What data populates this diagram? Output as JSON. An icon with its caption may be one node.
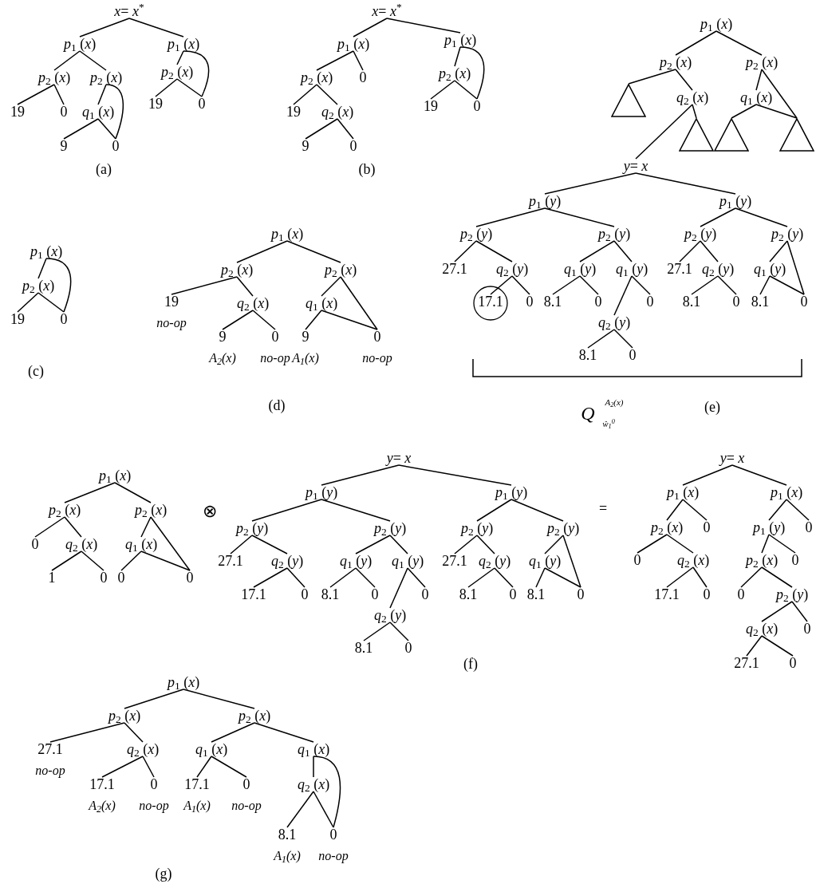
{
  "diagram": {
    "nodes": [
      {
        "text": [
          "*x*= *x*$^{*}$"
        ]
      },
      {
        "text": [
          "*p*$_{1}$ (*x*)"
        ]
      },
      {
        "text": [
          "*p*$_{1}$ (*x*)"
        ]
      },
      {
        "text": [
          "*p*$_{2}$ (*x*)"
        ]
      },
      {
        "text": [
          "*p*$_{2}$ (*x*)"
        ]
      },
      {
        "text": [
          "*p*$_{2}$ (*x*)"
        ]
      },
      {
        "text": [
          "19"
        ]
      },
      {
        "text": [
          "0"
        ]
      },
      {
        "text": [
          "*q*$_{1}$ (*x*)"
        ]
      },
      {
        "text": [
          "19"
        ]
      },
      {
        "text": [
          "0"
        ]
      },
      {
        "text": [
          "9"
        ]
      },
      {
        "text": [
          "0"
        ]
      },
      {
        "text": [
          "*x*= *x*$^{*}$"
        ]
      },
      {
        "text": [
          "*p*$_{1}$ (*x*)"
        ]
      },
      {
        "text": [
          "*p*$_{1}$ (*x*)"
        ]
      },
      {
        "text": [
          "*p*$_{2}$ (*x*)"
        ]
      },
      {
        "text": [
          "0"
        ]
      },
      {
        "text": [
          "*p*$_{2}$ (*x*)"
        ]
      },
      {
        "text": [
          "19"
        ]
      },
      {
        "text": [
          "*q*$_{2}$ (*x*)"
        ]
      },
      {
        "text": [
          "19"
        ]
      },
      {
        "text": [
          "0"
        ]
      },
      {
        "text": [
          "9"
        ]
      },
      {
        "text": [
          "0"
        ]
      },
      {
        "text": [
          "*p*$_{1}$ (*x*)"
        ]
      },
      {
        "text": [
          "*p*$_{2}$ (*x*)"
        ]
      },
      {
        "text": [
          "*p*$_{2}$ (*x*)"
        ]
      },
      {
        "text": [],
        "shape": "triangle"
      },
      {
        "text": [
          "*q*$_{2}$ (*x*)"
        ]
      },
      {
        "text": [
          "*q*$_{1}$ (*x*)"
        ]
      },
      {
        "text": [],
        "shape": "triangle"
      },
      {
        "text": [],
        "shape": "triangle"
      },
      {
        "text": [],
        "shape": "triangle"
      },
      {
        "text": [
          "*y*= *x*"
        ]
      },
      {
        "text": [
          "*p*$_{1}$ (*y*)"
        ]
      },
      {
        "text": [
          "*p*$_{1}$ (*y*)"
        ]
      },
      {
        "text": [
          "*p*$_{2}$ (*y*)"
        ]
      },
      {
        "text": [
          "*p*$_{2}$ (*y*)"
        ]
      },
      {
        "text": [
          "*p*$_{2}$ (*y*)"
        ]
      },
      {
        "text": [
          "*p*$_{2}$ (*y*)"
        ]
      },
      {
        "text": [
          "27.1"
        ]
      },
      {
        "text": [
          "*q*$_{2}$ (*y*)"
        ]
      },
      {
        "text": [
          "*q*$_{1}$ (*y*)"
        ]
      },
      {
        "text": [
          "*q*$_{1}$ (*y*)"
        ]
      },
      {
        "text": [
          "27.1"
        ]
      },
      {
        "text": [
          "*q*$_{2}$ (*y*)"
        ]
      },
      {
        "text": [
          "*q*$_{1}$ (*y*)"
        ]
      },
      {
        "text": [
          "17.1"
        ]
      },
      {
        "text": [
          "0"
        ]
      },
      {
        "text": [
          "8.1"
        ]
      },
      {
        "text": [
          "0"
        ]
      },
      {
        "text": [
          "0"
        ]
      },
      {
        "text": [
          "8.1"
        ]
      },
      {
        "text": [
          "0"
        ]
      },
      {
        "text": [
          "8.1"
        ]
      },
      {
        "text": [
          "0"
        ]
      },
      {
        "text": [
          "*q*$_{2}$ (*y*)"
        ]
      },
      {
        "text": [
          "8.1"
        ]
      },
      {
        "text": [
          "0"
        ]
      },
      {
        "text": [
          "*p*$_{1}$ (*x*)"
        ]
      },
      {
        "text": [
          "*p*$_{2}$ (*x*)"
        ]
      },
      {
        "text": [
          "19"
        ]
      },
      {
        "text": [
          "0"
        ]
      },
      {
        "text": [
          "*p*$_{1}$ (*x*)"
        ]
      },
      {
        "text": [
          "*p*$_{2}$ (*x*)"
        ]
      },
      {
        "text": [
          "*p*$_{2}$ (*x*)"
        ]
      },
      {
        "text": [
          "19"
        ],
        "beside": [
          "no-op"
        ]
      },
      {
        "text": [
          "*q*$_{2}$ (*x*)"
        ]
      },
      {
        "text": [
          "*q*$_{1}$ (*x*)"
        ]
      },
      {
        "text": [
          "9"
        ],
        "beside": [
          "A$_{2}$(x)"
        ]
      },
      {
        "text": [
          "0"
        ],
        "beside": [
          "no-op"
        ]
      },
      {
        "text": [
          "9"
        ],
        "beside": [
          "A$_{1}$(x)"
        ]
      },
      {
        "text": [
          "0"
        ],
        "beside": [
          "no-op"
        ]
      },
      {
        "text": [
          "*p*$_{1}$ (*x*)"
        ]
      },
      {
        "text": [
          "*p*$_{2}$ (*x*)"
        ]
      },
      {
        "text": [
          "*p*$_{2}$ (*x*)"
        ]
      },
      {
        "text": [
          "0"
        ]
      },
      {
        "text": [
          "*q*$_{2}$ (*x*)"
        ]
      },
      {
        "text": [
          "*q*$_{1}$ (*x*)"
        ]
      },
      {
        "text": [
          "1"
        ]
      },
      {
        "text": [
          "0"
        ]
      },
      {
        "text": [
          "0"
        ]
      },
      {
        "text": [
          "0"
        ]
      },
      {
        "text": [
          "*y*= *x*"
        ]
      },
      {
        "text": [
          "*p*$_{1}$ (*y*)"
        ]
      },
      {
        "text": [
          "*p*$_{1}$ (*y*)"
        ]
      },
      {
        "text": [
          "*p*$_{2}$ (*y*)"
        ]
      },
      {
        "text": [
          "*p*$_{2}$ (*y*)"
        ]
      },
      {
        "text": [
          "*p*$_{2}$ (*y*)"
        ]
      },
      {
        "text": [
          "*p*$_{2}$ (*y*)"
        ]
      },
      {
        "text": [
          "27.1"
        ]
      },
      {
        "text": [
          "*q*$_{2}$ (*y*)"
        ]
      },
      {
        "text": [
          "*q*$_{1}$ (*y*)"
        ]
      },
      {
        "text": [
          "*q*$_{1}$ (*y*)"
        ]
      },
      {
        "text": [
          "27.1"
        ]
      },
      {
        "text": [
          "*q*$_{2}$ (*y*)"
        ]
      },
      {
        "text": [
          "*q*$_{1}$ (*y*)"
        ]
      },
      {
        "text": [
          "17.1"
        ]
      },
      {
        "text": [
          "0"
        ]
      },
      {
        "text": [
          "8.1"
        ]
      },
      {
        "text": [
          "0"
        ]
      },
      {
        "text": [
          "0"
        ]
      },
      {
        "text": [
          "8.1"
        ]
      },
      {
        "text": [
          "0"
        ]
      },
      {
        "text": [
          "8.1"
        ]
      },
      {
        "text": [
          "0"
        ]
      },
      {
        "text": [
          "*q*$_{2}$ (*y*)"
        ]
      },
      {
        "text": [
          "8.1"
        ]
      },
      {
        "text": [
          "0"
        ]
      },
      {
        "text": [
          "*y*= *x*"
        ]
      },
      {
        "text": [
          "*p*$_{1}$ (*x*)"
        ]
      },
      {
        "text": [
          "*p*$_{1}$ (*x*)"
        ]
      },
      {
        "text": [
          "*p*$_{2}$ (*x*)"
        ]
      },
      {
        "text": [
          "0"
        ]
      },
      {
        "text": [
          "*p*$_{1}$ (*y*)"
        ]
      },
      {
        "text": [
          "0"
        ]
      },
      {
        "text": [
          "0"
        ]
      },
      {
        "text": [
          "*q*$_{2}$ (*x*)"
        ]
      },
      {
        "text": [
          "*p*$_{2}$ (*x*)"
        ]
      },
      {
        "text": [
          "0"
        ]
      },
      {
        "text": [
          "17.1"
        ]
      },
      {
        "text": [
          "0"
        ]
      },
      {
        "text": [
          "0"
        ]
      },
      {
        "text": [
          "*p*$_{2}$ (*y*)"
        ]
      },
      {
        "text": [
          "*q*$_{2}$ (*x*)"
        ]
      },
      {
        "text": [
          "0"
        ]
      },
      {
        "text": [
          "27.1"
        ]
      },
      {
        "text": [
          "0"
        ]
      },
      {
        "text": [
          "*p*$_{1}$ (*x*)"
        ]
      },
      {
        "text": [
          "*p*$_{2}$ (*x*)"
        ]
      },
      {
        "text": [
          "*p*$_{2}$ (*x*)"
        ]
      },
      {
        "text": [
          "27.1"
        ],
        "beside": [
          "no-op"
        ]
      },
      {
        "text": [
          "*q*$_{2}$ (*x*)"
        ]
      },
      {
        "text": [
          "*q*$_{1}$ (*x*)"
        ]
      },
      {
        "text": [
          "*q*$_{1}$ (*x*)"
        ]
      },
      {
        "text": [
          "17.1"
        ],
        "beside": [
          "A$_{2}$(x)"
        ]
      },
      {
        "text": [
          "0"
        ],
        "beside": [
          "no-op"
        ]
      },
      {
        "text": [
          "17.1"
        ],
        "beside": [
          "A$_{1}$(x)"
        ]
      },
      {
        "text": [
          "0"
        ],
        "beside": [
          "no-op"
        ]
      },
      {
        "text": [
          "*q*$_{2}$ (*x*)"
        ]
      },
      {
        "text": [
          "8.1"
        ],
        "beside": [
          "A$_{1}$(x)"
        ]
      },
      {
        "text": [
          "0"
        ],
        "beside": [
          "no-op"
        ]
      }
    ],
    "edges": [
      {
        "from": 0,
        "to": 1,
        "arrow": "none"
      },
      {
        "from": 0,
        "to": 2,
        "arrow": "none"
      },
      {
        "from": 1,
        "to": 3,
        "arrow": "none"
      },
      {
        "from": 1,
        "to": 4,
        "arrow": "none"
      },
      {
        "from": 2,
        "to": 5,
        "arrow": "none"
      },
      {
        "from": 2,
        "to": 10,
        "arrow": "none"
      },
      {
        "from": 3,
        "to": 6,
        "arrow": "none"
      },
      {
        "from": 3,
        "to": 7,
        "arrow": "none"
      },
      {
        "from": 4,
        "to": 8,
        "arrow": "none"
      },
      {
        "from": 4,
        "to": 12,
        "arrow": "none"
      },
      {
        "from": 5,
        "to": 9,
        "arrow": "none"
      },
      {
        "from": 5,
        "to": 10,
        "arrow": "none"
      },
      {
        "from": 8,
        "to": 11,
        "arrow": "none"
      },
      {
        "from": 8,
        "to": 12,
        "arrow": "none"
      },
      {
        "from": 13,
        "to": 14,
        "arrow": "none"
      },
      {
        "from": 13,
        "to": 15,
        "arrow": "none"
      },
      {
        "from": 14,
        "to": 16,
        "arrow": "none"
      },
      {
        "from": 14,
        "to": 17,
        "arrow": "none"
      },
      {
        "from": 15,
        "to": 18,
        "arrow": "none"
      },
      {
        "from": 15,
        "to": 22,
        "arrow": "none"
      },
      {
        "from": 16,
        "to": 19,
        "arrow": "none"
      },
      {
        "from": 16,
        "to": 20,
        "arrow": "none"
      },
      {
        "from": 18,
        "to": 21,
        "arrow": "none"
      },
      {
        "from": 18,
        "to": 22,
        "arrow": "none"
      },
      {
        "from": 20,
        "to": 23,
        "arrow": "none"
      },
      {
        "from": 20,
        "to": 24,
        "arrow": "none"
      },
      {
        "from": 25,
        "to": 26,
        "arrow": "none"
      },
      {
        "from": 25,
        "to": 27,
        "arrow": "none"
      },
      {
        "from": 26,
        "to": 28,
        "arrow": "none"
      },
      {
        "from": 26,
        "to": 29,
        "arrow": "none"
      },
      {
        "from": 27,
        "to": 30,
        "arrow": "none"
      },
      {
        "from": 27,
        "to": 33,
        "arrow": "none"
      },
      {
        "from": 29,
        "to": 34,
        "arrow": "none"
      },
      {
        "from": 29,
        "to": 31,
        "arrow": "none"
      },
      {
        "from": 30,
        "to": 32,
        "arrow": "none"
      },
      {
        "from": 30,
        "to": 33,
        "arrow": "none"
      },
      {
        "from": 34,
        "to": 35,
        "arrow": "none"
      },
      {
        "from": 34,
        "to": 36,
        "arrow": "none"
      },
      {
        "from": 35,
        "to": 37,
        "arrow": "none"
      },
      {
        "from": 35,
        "to": 38,
        "arrow": "none"
      },
      {
        "from": 36,
        "to": 39,
        "arrow": "none"
      },
      {
        "from": 36,
        "to": 40,
        "arrow": "none"
      },
      {
        "from": 37,
        "to": 41,
        "arrow": "none"
      },
      {
        "from": 37,
        "to": 42,
        "arrow": "none"
      },
      {
        "from": 42,
        "to": 48,
        "arrow": "none"
      },
      {
        "from": 42,
        "to": 49,
        "arrow": "none"
      },
      {
        "from": 38,
        "to": 43,
        "arrow": "none"
      },
      {
        "from": 38,
        "to": 44,
        "arrow": "none"
      },
      {
        "from": 43,
        "to": 50,
        "arrow": "none"
      },
      {
        "from": 43,
        "to": 51,
        "arrow": "none"
      },
      {
        "from": 44,
        "to": 57,
        "arrow": "none"
      },
      {
        "from": 44,
        "to": 52,
        "arrow": "none"
      },
      {
        "from": 57,
        "to": 58,
        "arrow": "none"
      },
      {
        "from": 57,
        "to": 59,
        "arrow": "none"
      },
      {
        "from": 39,
        "to": 45,
        "arrow": "none"
      },
      {
        "from": 39,
        "to": 46,
        "arrow": "none"
      },
      {
        "from": 46,
        "to": 53,
        "arrow": "none"
      },
      {
        "from": 46,
        "to": 54,
        "arrow": "none"
      },
      {
        "from": 40,
        "to": 47,
        "arrow": "none"
      },
      {
        "from": 40,
        "to": 56,
        "arrow": "none"
      },
      {
        "from": 47,
        "to": 55,
        "arrow": "none"
      },
      {
        "from": 47,
        "to": 56,
        "arrow": "none"
      },
      {
        "from": 60,
        "to": 61,
        "arrow": "none"
      },
      {
        "from": 60,
        "to": 63,
        "arrow": "none"
      },
      {
        "from": 61,
        "to": 62,
        "arrow": "none"
      },
      {
        "from": 61,
        "to": 63,
        "arrow": "none"
      },
      {
        "from": 64,
        "to": 65,
        "arrow": "none"
      },
      {
        "from": 64,
        "to": 66,
        "arrow": "none"
      },
      {
        "from": 65,
        "to": 67,
        "arrow": "none"
      },
      {
        "from": 65,
        "to": 68,
        "arrow": "none"
      },
      {
        "from": 66,
        "to": 69,
        "arrow": "none"
      },
      {
        "from": 66,
        "to": 73,
        "arrow": "none"
      },
      {
        "from": 68,
        "to": 70,
        "arrow": "none"
      },
      {
        "from": 68,
        "to": 71,
        "arrow": "none"
      },
      {
        "from": 69,
        "to": 72,
        "arrow": "none"
      },
      {
        "from": 69,
        "to": 73,
        "arrow": "none"
      },
      {
        "from": 74,
        "to": 75,
        "arrow": "none"
      },
      {
        "from": 74,
        "to": 76,
        "arrow": "none"
      },
      {
        "from": 75,
        "to": 77,
        "arrow": "none"
      },
      {
        "from": 75,
        "to": 78,
        "arrow": "none"
      },
      {
        "from": 78,
        "to": 80,
        "arrow": "none"
      },
      {
        "from": 78,
        "to": 81,
        "arrow": "none"
      },
      {
        "from": 76,
        "to": 79,
        "arrow": "none"
      },
      {
        "from": 76,
        "to": 83,
        "arrow": "none"
      },
      {
        "from": 79,
        "to": 82,
        "arrow": "none"
      },
      {
        "from": 79,
        "to": 83,
        "arrow": "none"
      },
      {
        "from": 84,
        "to": 85,
        "arrow": "none"
      },
      {
        "from": 84,
        "to": 86,
        "arrow": "none"
      },
      {
        "from": 85,
        "to": 87,
        "arrow": "none"
      },
      {
        "from": 85,
        "to": 88,
        "arrow": "none"
      },
      {
        "from": 86,
        "to": 89,
        "arrow": "none"
      },
      {
        "from": 86,
        "to": 90,
        "arrow": "none"
      },
      {
        "from": 87,
        "to": 91,
        "arrow": "none"
      },
      {
        "from": 87,
        "to": 92,
        "arrow": "none"
      },
      {
        "from": 92,
        "to": 98,
        "arrow": "none"
      },
      {
        "from": 92,
        "to": 99,
        "arrow": "none"
      },
      {
        "from": 88,
        "to": 93,
        "arrow": "none"
      },
      {
        "from": 88,
        "to": 94,
        "arrow": "none"
      },
      {
        "from": 93,
        "to": 100,
        "arrow": "none"
      },
      {
        "from": 93,
        "to": 101,
        "arrow": "none"
      },
      {
        "from": 94,
        "to": 107,
        "arrow": "none"
      },
      {
        "from": 94,
        "to": 102,
        "arrow": "none"
      },
      {
        "from": 107,
        "to": 108,
        "arrow": "none"
      },
      {
        "from": 107,
        "to": 109,
        "arrow": "none"
      },
      {
        "from": 89,
        "to": 95,
        "arrow": "none"
      },
      {
        "from": 89,
        "to": 96,
        "arrow": "none"
      },
      {
        "from": 96,
        "to": 103,
        "arrow": "none"
      },
      {
        "from": 96,
        "to": 104,
        "arrow": "none"
      },
      {
        "from": 90,
        "to": 97,
        "arrow": "none"
      },
      {
        "from": 90,
        "to": 106,
        "arrow": "none"
      },
      {
        "from": 97,
        "to": 105,
        "arrow": "none"
      },
      {
        "from": 97,
        "to": 106,
        "arrow": "none"
      },
      {
        "from": 110,
        "to": 111,
        "arrow": "none"
      },
      {
        "from": 110,
        "to": 112,
        "arrow": "none"
      },
      {
        "from": 111,
        "to": 113,
        "arrow": "none"
      },
      {
        "from": 111,
        "to": 114,
        "arrow": "none"
      },
      {
        "from": 113,
        "to": 117,
        "arrow": "none"
      },
      {
        "from": 113,
        "to": 118,
        "arrow": "none"
      },
      {
        "from": 118,
        "to": 121,
        "arrow": "none"
      },
      {
        "from": 118,
        "to": 122,
        "arrow": "none"
      },
      {
        "from": 112,
        "to": 115,
        "arrow": "none"
      },
      {
        "from": 112,
        "to": 116,
        "arrow": "none"
      },
      {
        "from": 115,
        "to": 119,
        "arrow": "none"
      },
      {
        "from": 115,
        "to": 120,
        "arrow": "none"
      },
      {
        "from": 119,
        "to": 123,
        "arrow": "none"
      },
      {
        "from": 119,
        "to": 124,
        "arrow": "none"
      },
      {
        "from": 124,
        "to": 125,
        "arrow": "none"
      },
      {
        "from": 124,
        "to": 126,
        "arrow": "none"
      },
      {
        "from": 125,
        "to": 127,
        "arrow": "none"
      },
      {
        "from": 125,
        "to": 128,
        "arrow": "none"
      },
      {
        "from": 129,
        "to": 130,
        "arrow": "none"
      },
      {
        "from": 129,
        "to": 131,
        "arrow": "none"
      },
      {
        "from": 130,
        "to": 132,
        "arrow": "none"
      },
      {
        "from": 130,
        "to": 133,
        "arrow": "none"
      },
      {
        "from": 133,
        "to": 136,
        "arrow": "none"
      },
      {
        "from": 133,
        "to": 137,
        "arrow": "none"
      },
      {
        "from": 131,
        "to": 134,
        "arrow": "none"
      },
      {
        "from": 131,
        "to": 135,
        "arrow": "none"
      },
      {
        "from": 134,
        "to": 138,
        "arrow": "none"
      },
      {
        "from": 134,
        "to": 139,
        "arrow": "none"
      },
      {
        "from": 135,
        "to": 140,
        "arrow": "none"
      },
      {
        "from": 135,
        "to": 142,
        "arrow": "none"
      },
      {
        "from": 140,
        "to": 141,
        "arrow": "none"
      },
      {
        "from": 140,
        "to": 142,
        "arrow": "none"
      }
    ],
    "labels": [
      "(a)",
      "(b)",
      "(c)",
      "(d)",
      "Q",
      "A$_{2}$(x)",
      "ŵ$_{1}$$^{0}$",
      "(e)",
      "⊗",
      "=",
      "(f)",
      "(g)"
    ]
  }
}
